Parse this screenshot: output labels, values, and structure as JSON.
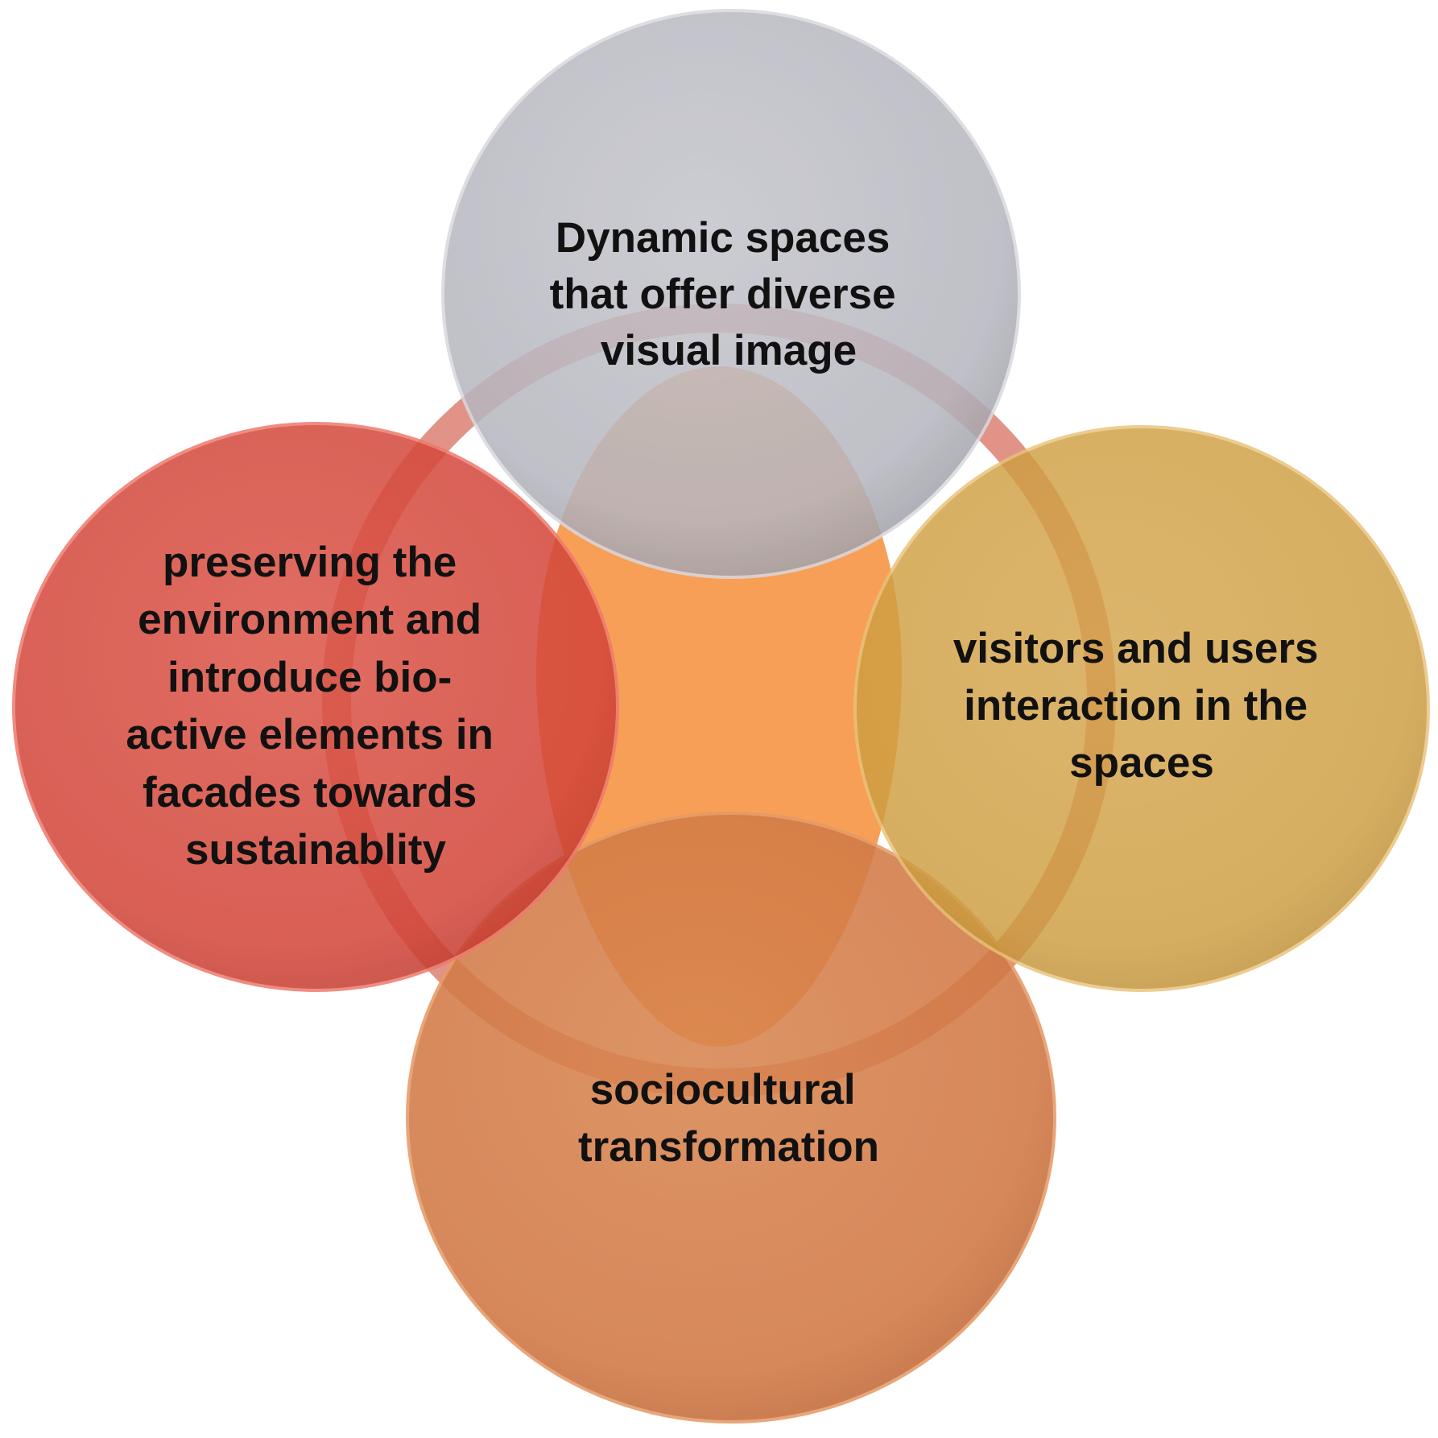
{
  "diagram": {
    "nodes": [
      {
        "id": "top",
        "lines": [
          "Dynamic spaces",
          "that offer diverse",
          "visual image"
        ],
        "color": "#b9b9c2"
      },
      {
        "id": "left",
        "lines": [
          "preserving the",
          "environment and",
          "introduce bio-",
          "active elements in",
          "facades towards",
          "sustainablity"
        ],
        "color": "#d9453a"
      },
      {
        "id": "right",
        "lines": [
          "visitors and users",
          "interaction in the",
          "spaces"
        ],
        "color": "#d0a040"
      },
      {
        "id": "bottom",
        "lines": [
          "sociocultural",
          "transformation"
        ],
        "color": "#d7793f"
      }
    ],
    "center_color": "#f79a4e",
    "ring_color": "#c5351e"
  }
}
